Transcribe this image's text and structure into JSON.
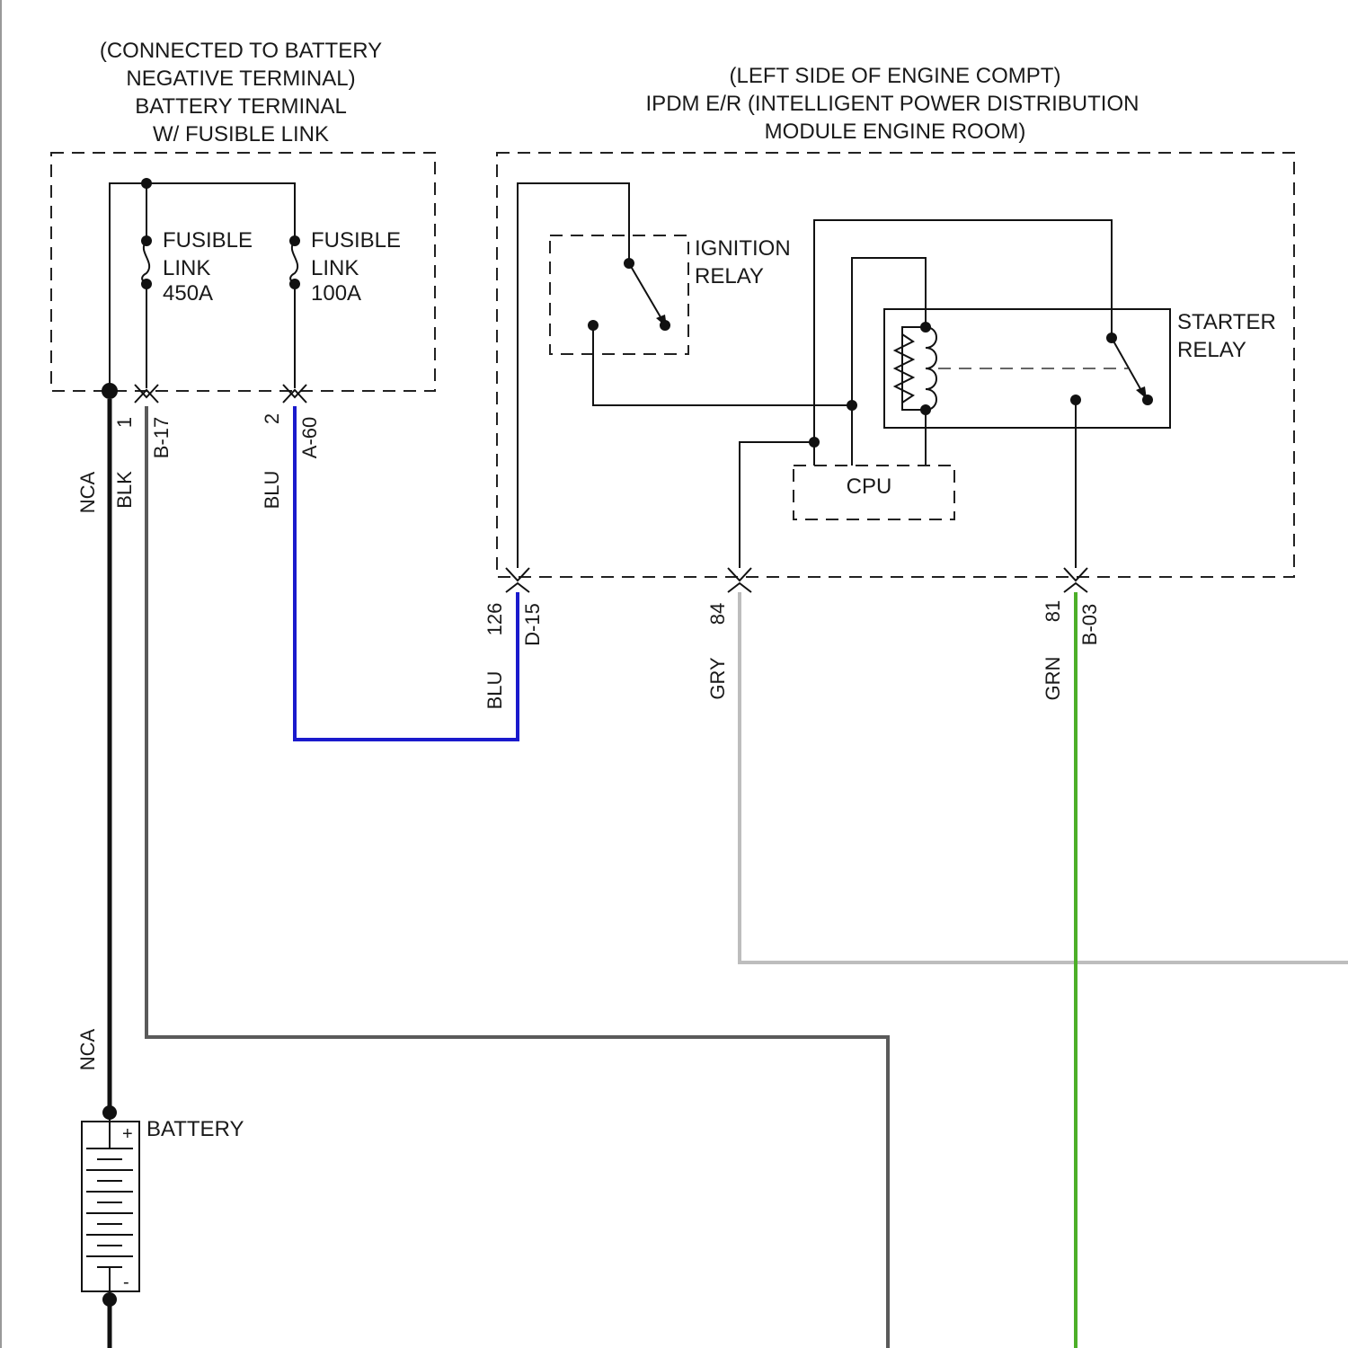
{
  "battery_terminal": {
    "title_lines": [
      "(CONNECTED TO BATTERY",
      "NEGATIVE TERMINAL)",
      "BATTERY TERMINAL",
      "W/ FUSIBLE LINK"
    ],
    "fuse_450": [
      "FUSIBLE",
      "LINK",
      "450A"
    ],
    "fuse_100": [
      "FUSIBLE",
      "LINK",
      "100A"
    ]
  },
  "ipdm": {
    "title_lines": [
      "(LEFT SIDE OF ENGINE COMPT)",
      "IPDM E/R (INTELLIGENT POWER DISTRIBUTION",
      "MODULE ENGINE ROOM)"
    ],
    "ignition_relay": [
      "IGNITION",
      "RELAY"
    ],
    "starter_relay": [
      "STARTER",
      "RELAY"
    ],
    "cpu": "CPU"
  },
  "battery": {
    "label": "BATTERY",
    "plus": "+",
    "minus": "-"
  },
  "wires": [
    {
      "id": "blk",
      "pin": "1",
      "connector": "",
      "color_code": "BLK",
      "extra": "NCA",
      "extra2": "NCA",
      "stroke": "#111111"
    },
    {
      "id": "b17",
      "pin": "",
      "connector": "B-17",
      "color_code": "",
      "stroke": "#5a5a5a"
    },
    {
      "id": "a60",
      "pin": "2",
      "connector": "A-60",
      "color_code": "BLU",
      "stroke": "#1a1acc"
    },
    {
      "id": "d15",
      "pin": "126",
      "connector": "D-15",
      "color_code": "BLU",
      "stroke": "#1a1acc"
    },
    {
      "id": "p84",
      "pin": "84",
      "connector": "",
      "color_code": "GRY",
      "stroke": "#bdbdbd"
    },
    {
      "id": "b03",
      "pin": "81",
      "connector": "B-03",
      "color_code": "GRN",
      "stroke": "#4caf28"
    }
  ]
}
